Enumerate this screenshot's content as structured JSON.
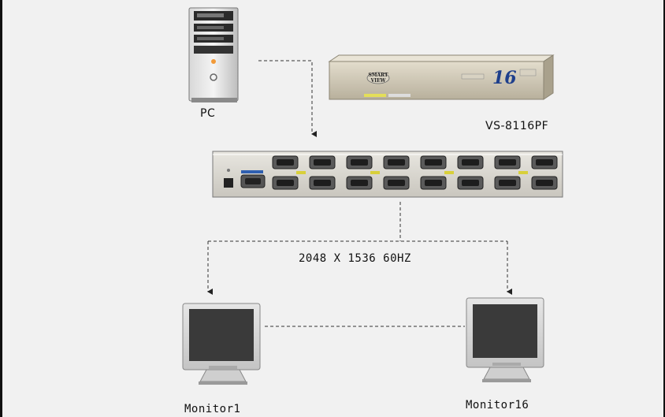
{
  "labels": {
    "pc": "PC",
    "model": "VS-8116PF",
    "resolution": "2048 X 1536 60HZ",
    "monitor_first": "Monitor1",
    "monitor_last": "Monitor16"
  },
  "device_badge": {
    "brand_line1": "SMART",
    "brand_line2": "VIEW",
    "number": "16"
  },
  "colors": {
    "background": "#f1f1f1",
    "connector_line": "#333333",
    "device_body": "#cfc8b6",
    "screen": "#3a3a3a",
    "port_blue": "#2f5fb0"
  },
  "icons": [
    "pc-tower-icon",
    "splitter-front-icon",
    "splitter-rear-icon",
    "monitor-icon"
  ]
}
